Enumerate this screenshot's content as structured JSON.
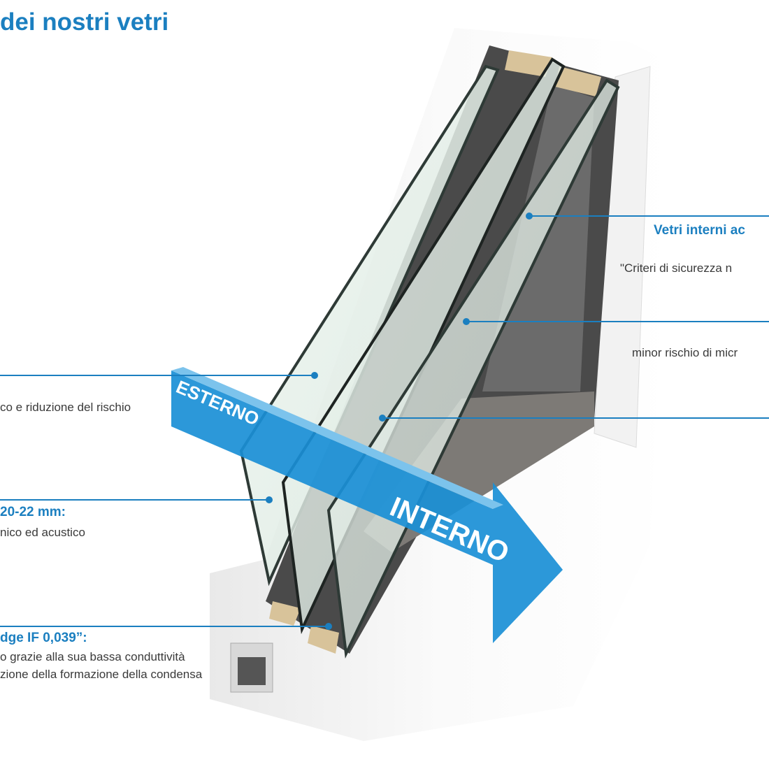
{
  "title": "dei nostri vetri",
  "colors": {
    "accent": "#1b7fc0",
    "arrow": "#1a8fd6",
    "text": "#3a3a3a"
  },
  "arrow": {
    "outside_label": "ESTERNO",
    "inside_label": "INTERNO"
  },
  "callouts_right": [
    {
      "heading": "Vetri interni ac",
      "text": "\"Criteri di sicurezza n"
    },
    {
      "text": "minor rischio di micr"
    }
  ],
  "callouts_left": [
    {
      "text": "co e riduzione del rischio"
    },
    {
      "heading": "20-22 mm:",
      "text": "nico ed acustico"
    },
    {
      "heading": "dge IF 0,039”:",
      "lines": [
        "o grazie alla sua bassa conduttività",
        "zione della formazione della condensa"
      ]
    }
  ]
}
